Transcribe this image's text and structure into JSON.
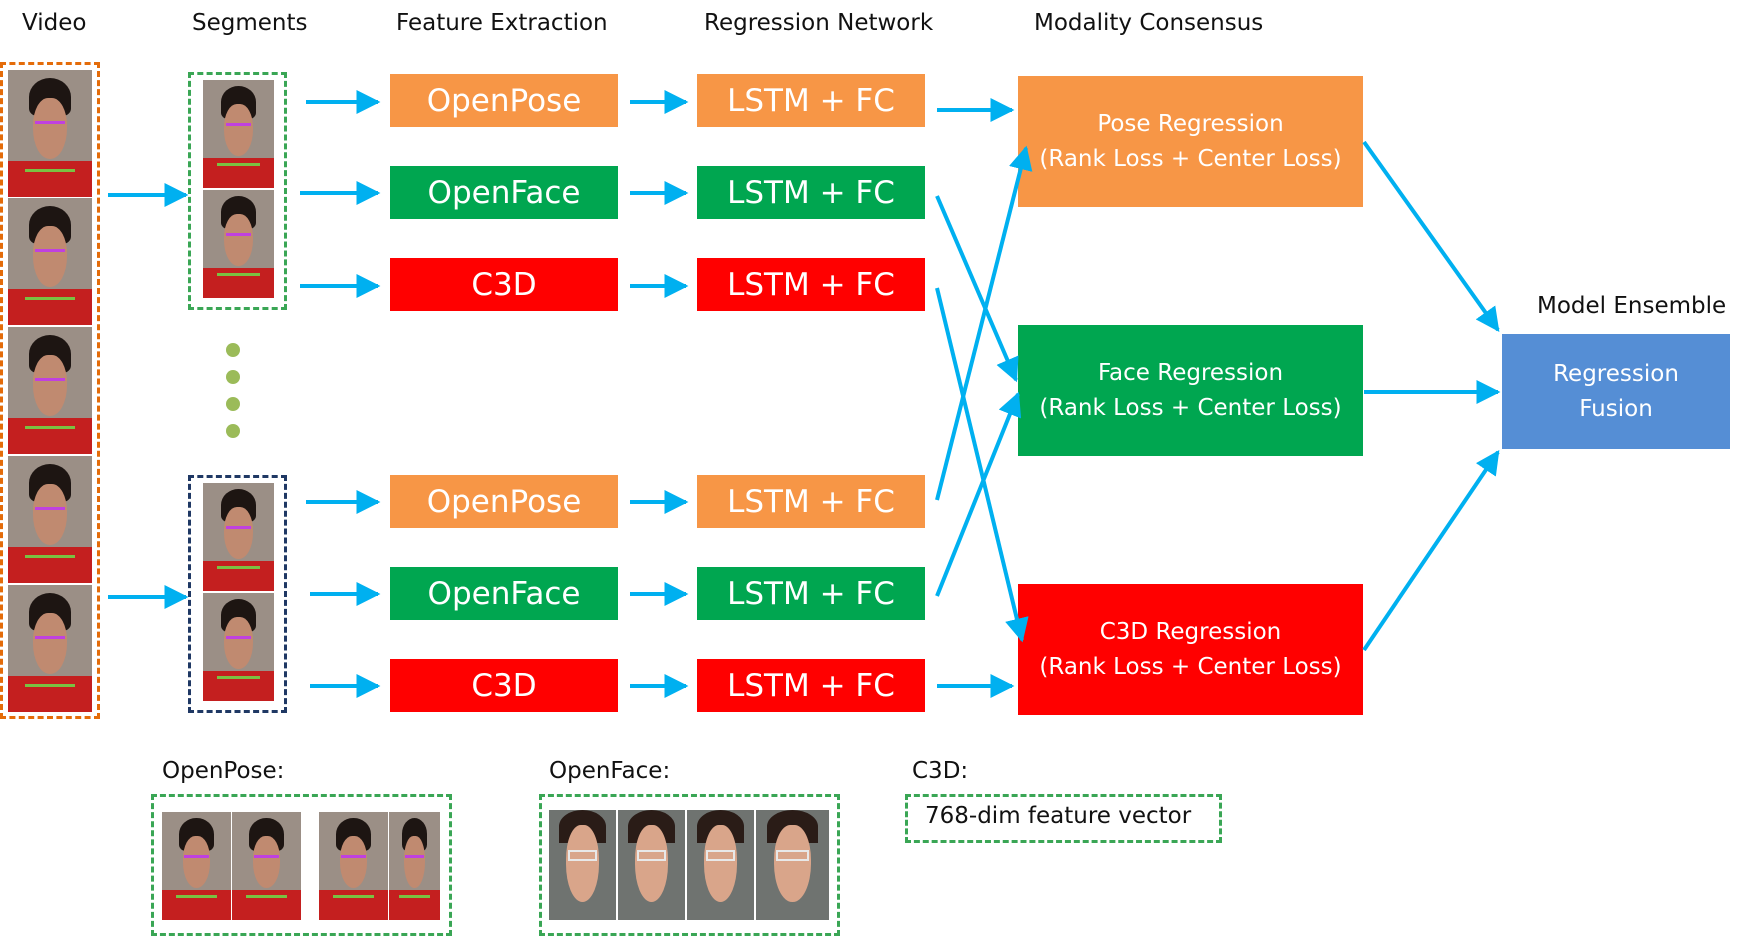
{
  "headers": {
    "video": "Video",
    "segments": "Segments",
    "feature_extraction": "Feature Extraction",
    "regression_network": "Regression Network",
    "modality_consensus": "Modality Consensus",
    "model_ensemble": "Model Ensemble"
  },
  "features": {
    "openpose": "OpenPose",
    "openface": "OpenFace",
    "c3d": "C3D"
  },
  "network": "LSTM + FC",
  "regressions": {
    "pose": {
      "line1": "Pose Regression",
      "line2": "(Rank Loss + Center Loss)"
    },
    "face": {
      "line1": "Face Regression",
      "line2": "(Rank Loss + Center Loss)"
    },
    "c3d": {
      "line1": "C3D Regression",
      "line2": "(Rank Loss + Center Loss)"
    }
  },
  "fusion": {
    "line1": "Regression",
    "line2": "Fusion"
  },
  "legend": {
    "openpose_label": "OpenPose:",
    "openface_label": "OpenFace:",
    "c3d_label": "C3D:",
    "c3d_vector": "768-dim feature vector"
  },
  "colors": {
    "orange": "#f79646",
    "green": "#00a650",
    "red": "#ff0000",
    "blue": "#558ed5",
    "arrow": "#00b0f0"
  }
}
